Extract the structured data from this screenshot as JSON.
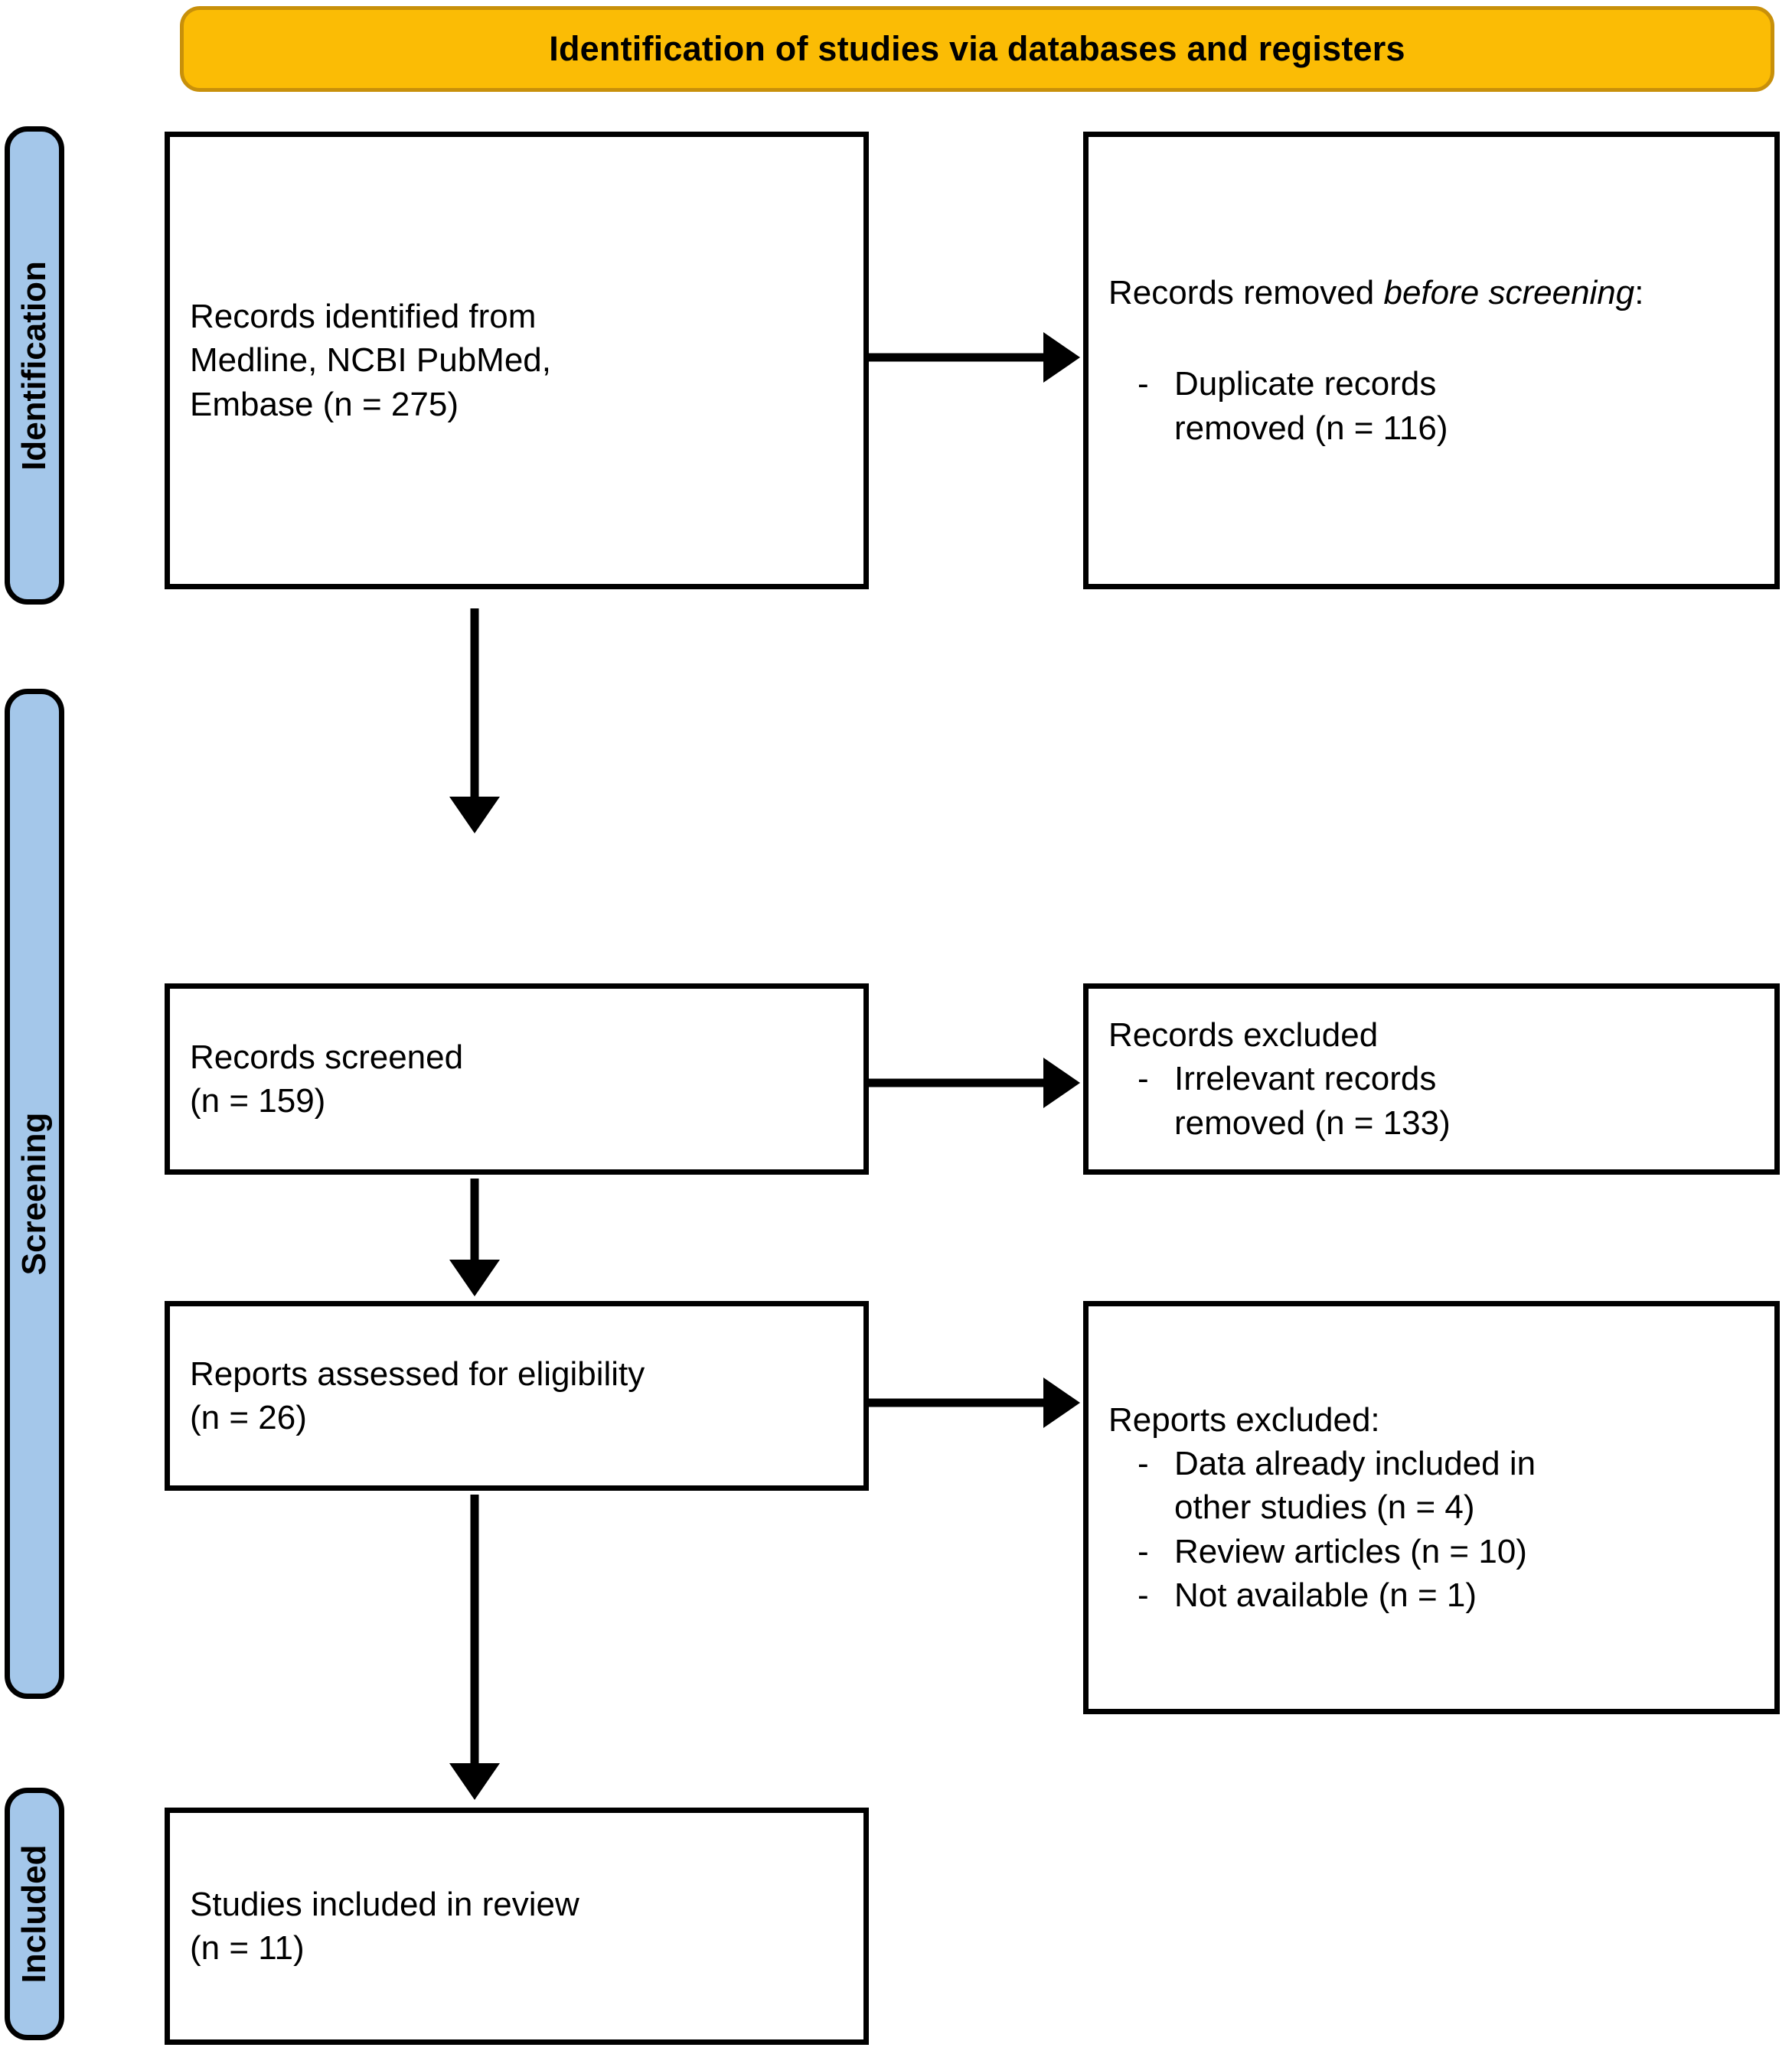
{
  "banner": {
    "title": "Identification of studies via databases and registers",
    "fill_color": "#FBBC05",
    "border_color": "#C8900A"
  },
  "stages": [
    {
      "id": "identification",
      "label": "Identification",
      "color": "#A4C7EA"
    },
    {
      "id": "screening",
      "label": "Screening",
      "color": "#A4C7EA"
    },
    {
      "id": "included",
      "label": "Included",
      "color": "#A4C7EA"
    }
  ],
  "boxes": {
    "records_identified": {
      "text": "Records identified from\nMedline, NCBI PubMed,\nEmbase (n = 275)"
    },
    "records_removed": {
      "heading_plain": "Records removed ",
      "heading_italic": "before screening",
      "heading_tail": ":",
      "bullets": [
        {
          "dash": "-",
          "text": "Duplicate records\nremoved (n = 116)"
        }
      ]
    },
    "records_screened": {
      "text": "Records screened\n(n = 159)"
    },
    "records_excluded": {
      "heading": "Records excluded",
      "bullets": [
        {
          "dash": "-",
          "text": "Irrelevant records\nremoved (n = 133)"
        }
      ]
    },
    "reports_assessed": {
      "text": "Reports assessed for eligibility\n(n = 26)"
    },
    "reports_excluded": {
      "heading": "Reports excluded:",
      "bullets": [
        {
          "dash": "-",
          "text": "Data already included in\nother studies (n = 4)"
        },
        {
          "dash": "-",
          "text": "Review articles (n = 10)"
        },
        {
          "dash": "-",
          "text": "Not available (n = 1)"
        }
      ]
    },
    "studies_included": {
      "text": "Studies included in review\n(n = 11)"
    }
  },
  "counts": {
    "identified": 275,
    "duplicates_removed": 116,
    "screened": 159,
    "irrelevant_removed": 133,
    "assessed": 26,
    "excluded_data_already_included": 4,
    "excluded_review_articles": 10,
    "excluded_not_available": 1,
    "included": 11
  }
}
